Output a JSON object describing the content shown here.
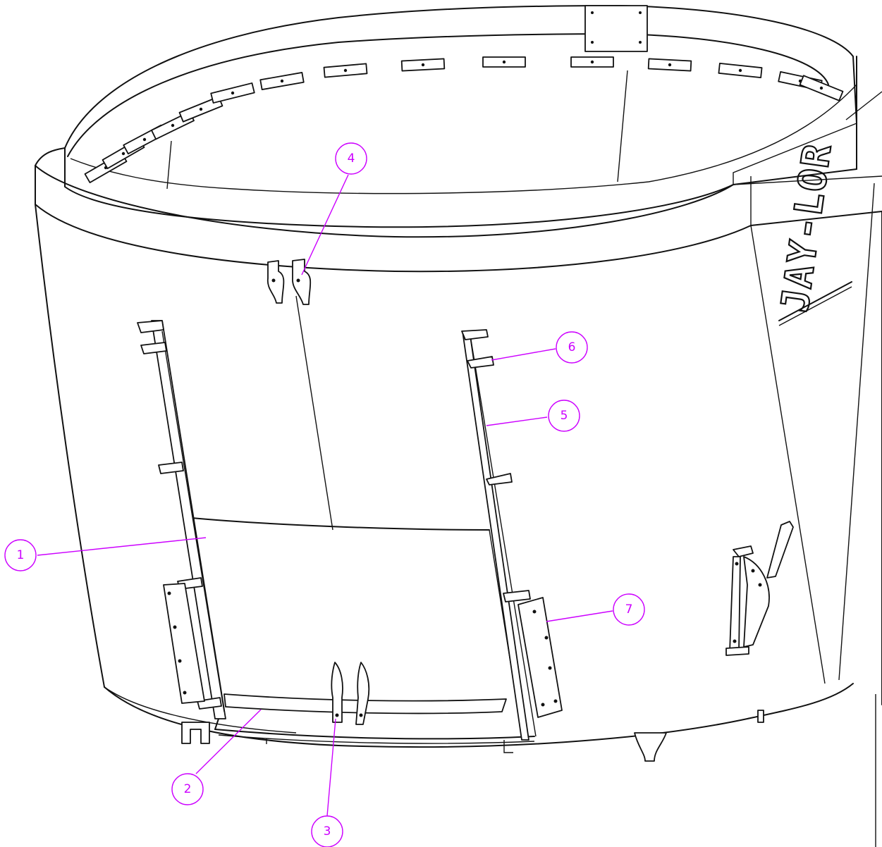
{
  "diagram": {
    "logo": {
      "text": "JAY-LOR",
      "color": "#111111"
    },
    "callouts": [
      {
        "id": "1",
        "label": "1"
      },
      {
        "id": "2",
        "label": "2"
      },
      {
        "id": "3",
        "label": "3"
      },
      {
        "id": "4",
        "label": "4"
      },
      {
        "id": "5",
        "label": "5"
      },
      {
        "id": "6",
        "label": "6"
      },
      {
        "id": "7",
        "label": "7"
      }
    ],
    "callout_color": "#cc00ff"
  }
}
